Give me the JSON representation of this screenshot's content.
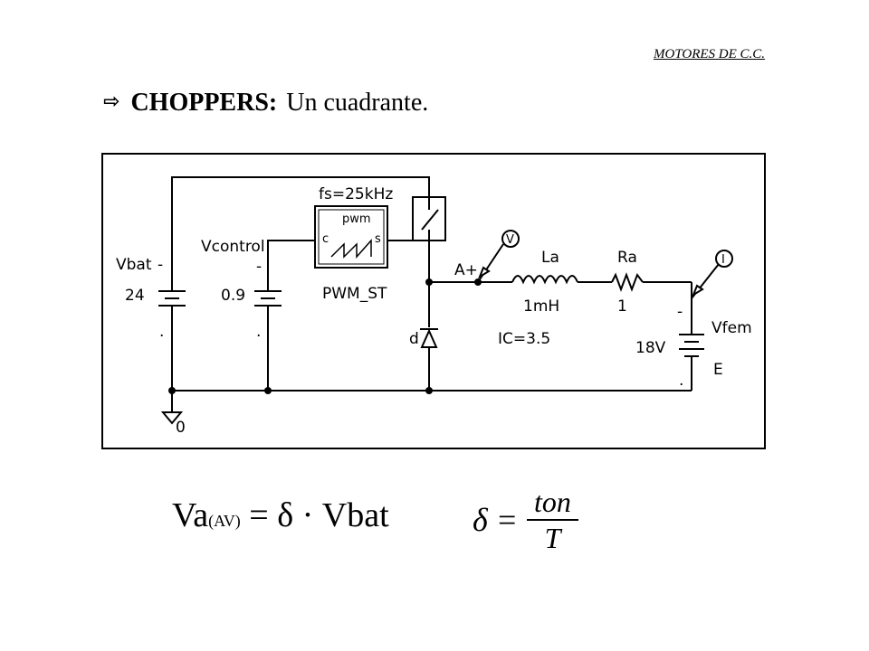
{
  "header": {
    "link_text": "MOTORES DE C.C."
  },
  "title": {
    "arrow_icon": "⇨",
    "bold_text": "CHOPPERS:",
    "rest_text": "Un cuadrante."
  },
  "circuit": {
    "vbat_name": "Vbat",
    "vbat_value": "24",
    "vbat_minus": "-",
    "vcontrol_name": "Vcontrol",
    "vcontrol_value": "0.9",
    "vcontrol_minus": "-",
    "pwm_freq": "fs=25kHz",
    "pwm_label": "pwm",
    "pwm_c": "c",
    "pwm_s": "s",
    "pwm_name": "PWM_ST",
    "diode_name": "d",
    "node_a": "A+",
    "probe_v": "V",
    "probe_i": "I",
    "inductor_name": "La",
    "inductor_value": "1mH",
    "inductor_ic": "IC=3.5",
    "resistor_name": "Ra",
    "resistor_value": "1",
    "source_name": "Vfem",
    "source_value": "18V",
    "source_e": "E",
    "ground": "0",
    "minus_sign": "-",
    "dot": "."
  },
  "formulas": {
    "f1_main": "Va",
    "f1_sub": "(AV)",
    "f1_rhs": "= δ · Vbat",
    "f2_lhs": "δ =",
    "f2_num": "ton",
    "f2_den": "T"
  }
}
